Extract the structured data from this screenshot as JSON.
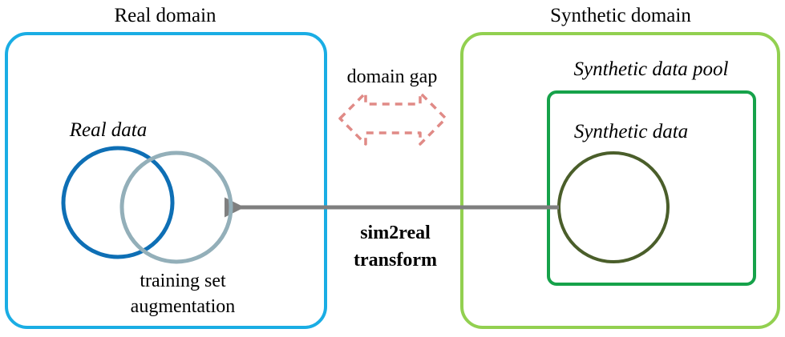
{
  "real_domain": {
    "title": "Real domain",
    "frame_color": "#1aade4",
    "real_data_label": "Real data",
    "real_data_color": "#0e6fb5",
    "augmentation_label_line1": "training set",
    "augmentation_label_line2": "augmentation",
    "augmentation_color": "#93afb9"
  },
  "gap": {
    "label": "domain gap",
    "color": "#e08a86"
  },
  "synthetic_domain": {
    "title": "Synthetic domain",
    "frame_color": "#92d050",
    "pool_label": "Synthetic data pool",
    "pool_color": "#16a24a",
    "data_label": "Synthetic data",
    "data_color": "#4a5e2a"
  },
  "transform": {
    "label_line1": "sim2real",
    "label_line2": "transform",
    "arrow_color": "#7f7f7f"
  }
}
